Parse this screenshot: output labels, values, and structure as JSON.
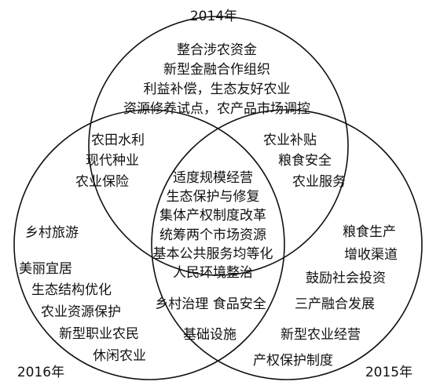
{
  "sets": {
    "y2014": {
      "label": "2014年"
    },
    "y2015": {
      "label": "2015年"
    },
    "y2016": {
      "label": "2016年"
    }
  },
  "regions": {
    "only_2014": [
      "整合涉农资金",
      "新型金融合作组织",
      "利益补偿，生态友好农业",
      "资源修养试点，农产品市场调控"
    ],
    "y2014_2016": [
      "农田水利",
      "现代种业",
      "农业保险"
    ],
    "y2014_2015": [
      "农业补贴",
      "粮食安全",
      "农业服务"
    ],
    "all_three": [
      "适度规模经营",
      "生态保护与修复",
      "集体产权制度改革",
      "统筹两个市场资源",
      "基本公共服务均等化",
      "人民环境整治"
    ],
    "only_2016": [
      "乡村旅游",
      "美丽宜居",
      "生态结构优化",
      "农业资源保护",
      "新型职业农民",
      "休闲农业"
    ],
    "y2015_2016": [
      "乡村治理  食品安全",
      "基础设施"
    ],
    "only_2015": [
      "粮食生产",
      "增收渠道",
      "鼓励社会投资",
      "三产融合发展",
      "新型农业经营",
      "产权保护制度"
    ]
  },
  "colors": {
    "stroke": "#111111",
    "text": "#111111"
  }
}
